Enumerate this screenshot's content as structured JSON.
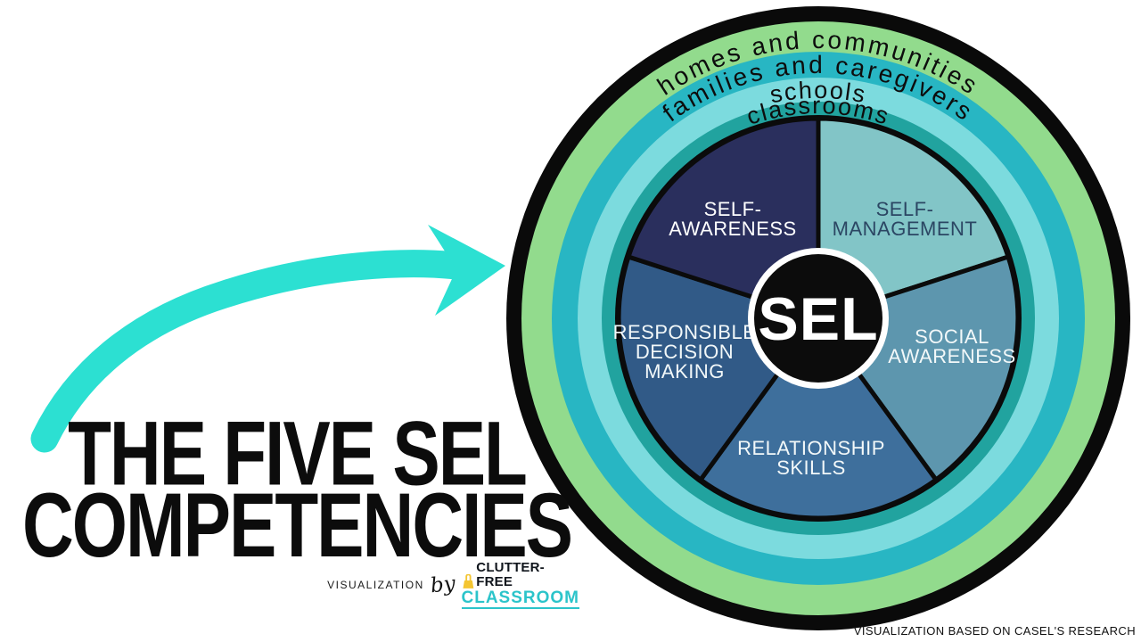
{
  "title": {
    "line1": "THE FIVE SEL",
    "line2": "COMPETENCIES"
  },
  "credit": {
    "prefix": "VISUALIZATION",
    "by": "by",
    "brand_line1": "CLUTTER-FREE",
    "brand_line2": "CLASSROOM",
    "brand_color": "#2bc4ca",
    "clip_color": "#f4c531"
  },
  "footnote": "VISUALIZATION BASED ON CASEL'S RESEARCH",
  "arrow": {
    "color": "#2ce0d2"
  },
  "wheel": {
    "center_label": "SEL",
    "center_bg": "#0c0c0c",
    "center_ring_color": "#ffffff",
    "outer_ring_color": "#0a0a0a",
    "pie_border_color": "#0a0a0a",
    "rings": [
      {
        "label": "homes and communities",
        "color": "#92db8d"
      },
      {
        "label": "families and caregivers",
        "color": "#28b6c3"
      },
      {
        "label": "schools",
        "color": "#7cdbde"
      },
      {
        "label": "classrooms",
        "color": "#21a39f"
      }
    ],
    "wedges": [
      {
        "name": "self-awareness",
        "lines": [
          "SELF-",
          "AWARENESS"
        ],
        "color": "#2a2f5d",
        "text_color": "#ffffff"
      },
      {
        "name": "self-management",
        "lines": [
          "SELF-",
          "MANAGEMENT"
        ],
        "color": "#82c5c7",
        "text_color": "#2b4663"
      },
      {
        "name": "social-awareness",
        "lines": [
          "SOCIAL",
          "AWARENESS"
        ],
        "color": "#5d96ae",
        "text_color": "#f2f8f9"
      },
      {
        "name": "relationship-skills",
        "lines": [
          "RELATIONSHIP",
          "SKILLS"
        ],
        "color": "#3e6f9c",
        "text_color": "#f2f8f9"
      },
      {
        "name": "responsible-decision-making",
        "lines": [
          "RESPONSIBLE",
          "DECISION",
          "MAKING"
        ],
        "color": "#315a87",
        "text_color": "#f2f8f9"
      }
    ]
  }
}
